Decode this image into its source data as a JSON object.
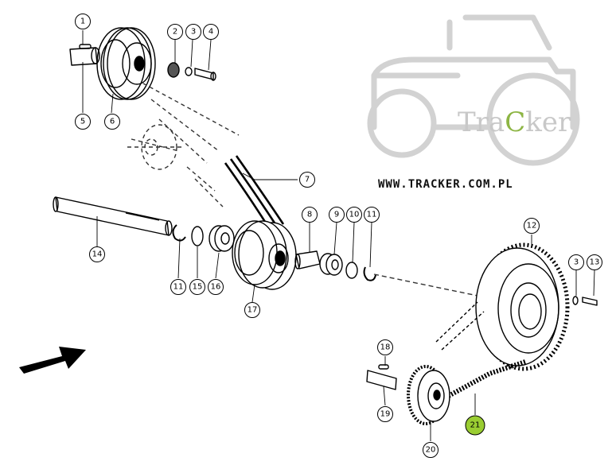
{
  "watermark": {
    "brand_prefix": "Tra",
    "brand_highlight": "C",
    "brand_suffix": "ker",
    "url": "WWW.TRACKER.COM.PL",
    "highlight_color": "#8db544"
  },
  "highlight_fill": "#9acd32",
  "callouts": [
    "1",
    "2",
    "3",
    "4",
    "5",
    "6",
    "7",
    "8",
    "9",
    "10",
    "11",
    "12",
    "3",
    "13",
    "14",
    "11",
    "15",
    "16",
    "17",
    "18",
    "19",
    "20",
    "21"
  ]
}
